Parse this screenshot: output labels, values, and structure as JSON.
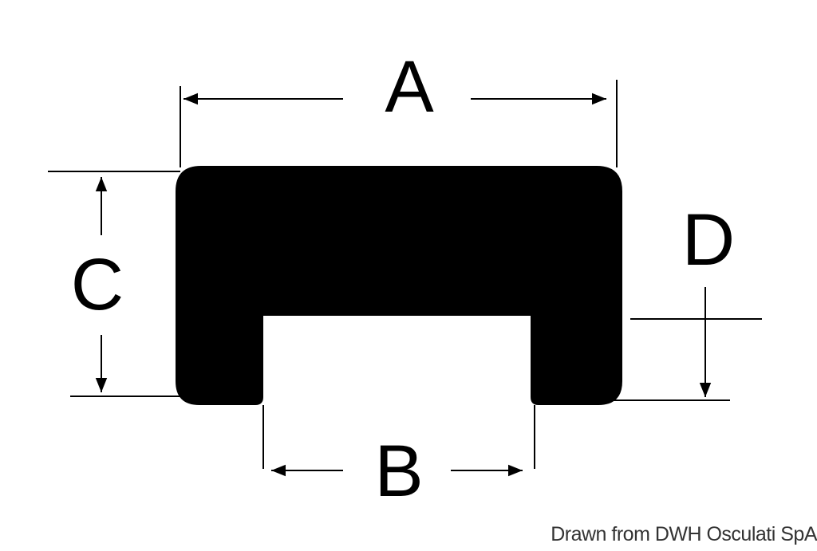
{
  "labels": {
    "a": "A",
    "b": "B",
    "c": "C",
    "d": "D"
  },
  "credit": "Drawn from DWH Osculati SpA",
  "colors": {
    "profile": "#000000",
    "background": "#ffffff"
  }
}
